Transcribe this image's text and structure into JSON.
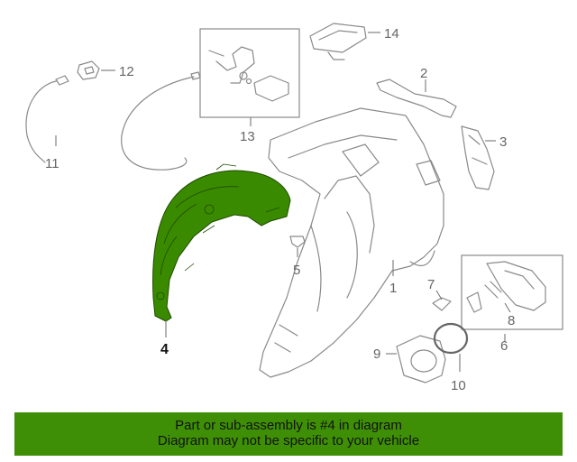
{
  "colors": {
    "highlight": "#3a8a00",
    "banner_bg": "#3f8f06",
    "outline": "#8a8a8a",
    "text": "#111111"
  },
  "callouts": {
    "c1": "1",
    "c2": "2",
    "c3": "3",
    "c4": "4",
    "c5": "5",
    "c6": "6",
    "c7": "7",
    "c8": "8",
    "c9": "9",
    "c10": "10",
    "c11": "11",
    "c12": "12",
    "c13": "13",
    "c14": "14"
  },
  "banner": {
    "line1": "Part or sub-assembly is #4 in diagram",
    "line2": "Diagram may not be specific to your vehicle"
  }
}
